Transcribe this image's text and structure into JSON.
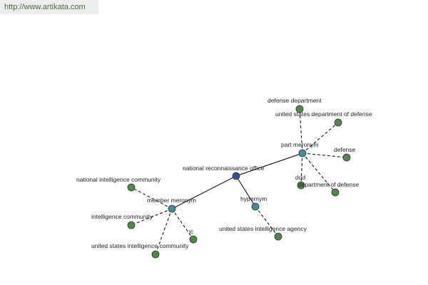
{
  "watermark": "http://www.artikata.com",
  "colors": {
    "root": "#3a4f9a",
    "relation": "#3f8f9a",
    "leaf": "#4e8a45"
  },
  "graph": {
    "root": {
      "id": "root",
      "label": "national reconnaissance office"
    },
    "relations": [
      {
        "id": "part",
        "label": "part meronym"
      },
      {
        "id": "member",
        "label": "member meronym"
      },
      {
        "id": "hyper",
        "label": "hypernym"
      }
    ],
    "leaves": [
      {
        "id": "defdept",
        "rel": "part",
        "label": "defense department"
      },
      {
        "id": "usdod",
        "rel": "part",
        "label": "united states department of defense"
      },
      {
        "id": "defense",
        "rel": "part",
        "label": "defense"
      },
      {
        "id": "dod",
        "rel": "part",
        "label": "dod"
      },
      {
        "id": "dept",
        "rel": "part",
        "label": "department of defense"
      },
      {
        "id": "nic",
        "rel": "member",
        "label": "national intelligence community"
      },
      {
        "id": "ic",
        "rel": "member",
        "label": "intelligence community"
      },
      {
        "id": "c",
        "rel": "member",
        "label": "ic"
      },
      {
        "id": "usic",
        "rel": "member",
        "label": "united states intelligence community"
      },
      {
        "id": "usia",
        "rel": "hyper",
        "label": "united states intelligence agency"
      }
    ]
  }
}
